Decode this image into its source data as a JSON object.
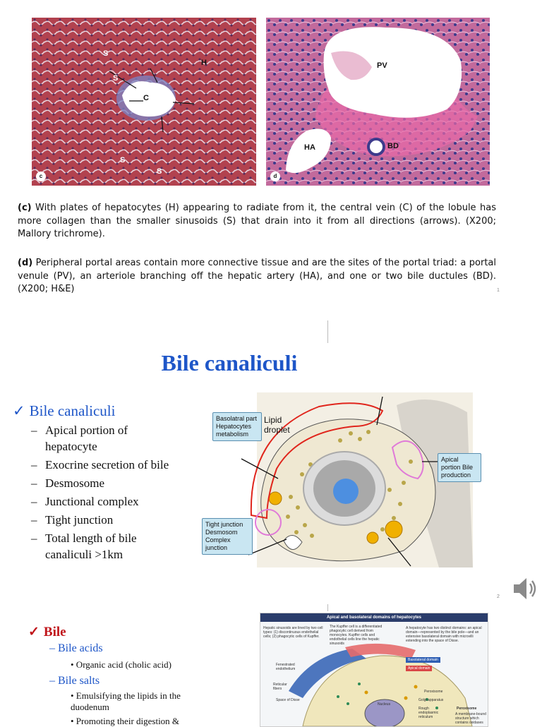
{
  "slide1": {
    "micro_c": {
      "letter": "c",
      "labels": {
        "s1": "S",
        "s2": "S",
        "h": "H",
        "c": "C",
        "s3": "S",
        "s4": "S"
      }
    },
    "micro_d": {
      "letter": "d",
      "labels": {
        "pv": "PV",
        "ha": "HA",
        "bd": "BD"
      }
    },
    "caption_c": {
      "tag": "(c)",
      "text": " With plates of hepatocytes (H) appearing to radiate from it, the central vein (C) of the lobule has more collagen than the smaller sinusoids (S) that drain into it from all directions (arrows). (X200; Mallory trichrome)."
    },
    "caption_d": {
      "tag": "(d)",
      "text": " Peripheral portal areas contain more connective tissue and are the sites of the portal triad: a portal venule (PV), an arteriole branching off the hepatic artery (HA), and one or two bile ductules (BD). (X200; H&E)"
    },
    "page_num": "1"
  },
  "slide2": {
    "title": "Bile canaliculi",
    "heading": "Bile canaliculi",
    "check": "✓",
    "items": [
      "Apical portion of hepatocyte",
      "Exocrine secretion of bile",
      "Desmosome",
      "Junctional complex",
      "Tight junction",
      "Total length of bile canaliculi >1km"
    ],
    "callouts": {
      "basolateral": "Basolatral part Hepatocytes metabolism",
      "lipid": "Lipid droplet",
      "apical": "Apical portion Bile production",
      "tight": "Tight junction Desmosom Complex junction"
    },
    "page_num": "2",
    "icon": "speaker-icon",
    "colors": {
      "title": "#1e56c8",
      "outline_red": "#e0251c",
      "outline_pink": "#e07ad8"
    }
  },
  "slide3": {
    "check": "✓",
    "heading": "Bile",
    "bile_acids": "– Bile acids",
    "bile_acids_item": "• Organic acid (cholic acid)",
    "bile_salts": "– Bile salts",
    "bile_salts_item1": "• Emulsifying the lipids in the duodenum",
    "bile_salts_item2": "• Promoting their digestion &",
    "diagram": {
      "title": "Apical and basolateral domains of hepatocytes",
      "t1": "Hepatic sinusoids are lined by two cell types: (1) discontinuous endothelial cells; (2) phagocytic cells of Kupffer.",
      "t2": "The Kupffer cell is a differentiated phagocytic cell derived from monocytes. Kupffer cells and endothelial cells line the hepatic sinusoids",
      "t3": "A hepatocyte has two distinct domains: an apical domain—represented by the bile pole—and an extensive basolateral domain with microvilli extending into the space of Disse.",
      "basolateral": "Basolateral domain",
      "apical": "Apical domain",
      "fenestrated": "Fenestrated endothelium",
      "reticular": "Reticular fibers",
      "disse": "Space of Disse",
      "nucleus": "Nucleus",
      "peroxisome": "Peroxisome",
      "golgi": "Golgi apparatus",
      "rer": "Rough endoplasmic reticulum",
      "peroxisome2": "Peroxisome",
      "peroxisome_desc": "A membrane-bound structure which contains oxidases"
    }
  }
}
